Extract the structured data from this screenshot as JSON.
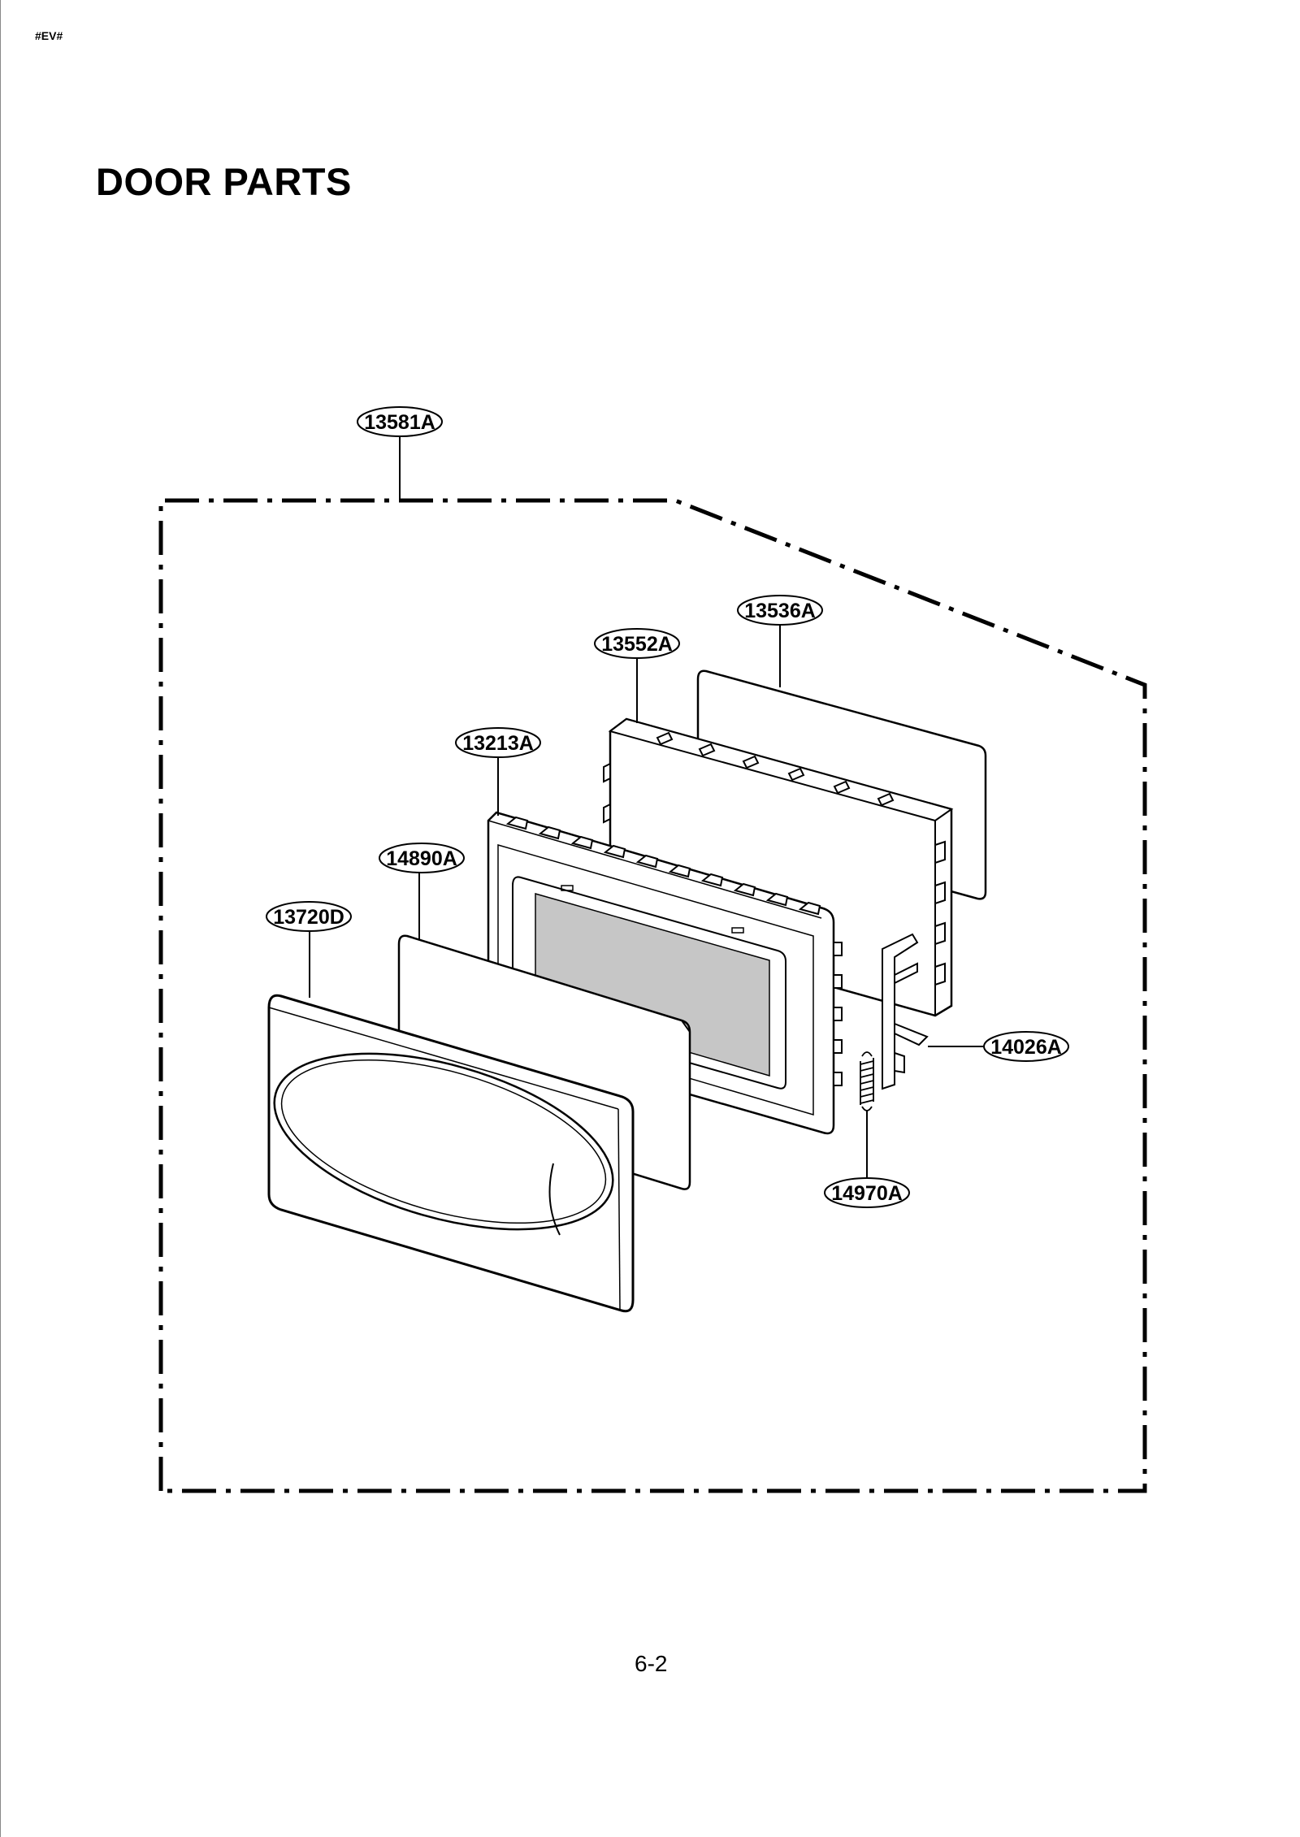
{
  "header": {
    "doc_code": "#EV#",
    "title": "DOOR PARTS"
  },
  "diagram": {
    "callouts": {
      "assembly": "13581A",
      "door_frame": "13536A",
      "choke_cover": "13552A",
      "door_panel": "13213A",
      "screen": "14890A",
      "front_cover": "13720D",
      "latch_lever": "14026A",
      "spring": "14970A"
    }
  },
  "footer": {
    "page_number": "6-2"
  }
}
